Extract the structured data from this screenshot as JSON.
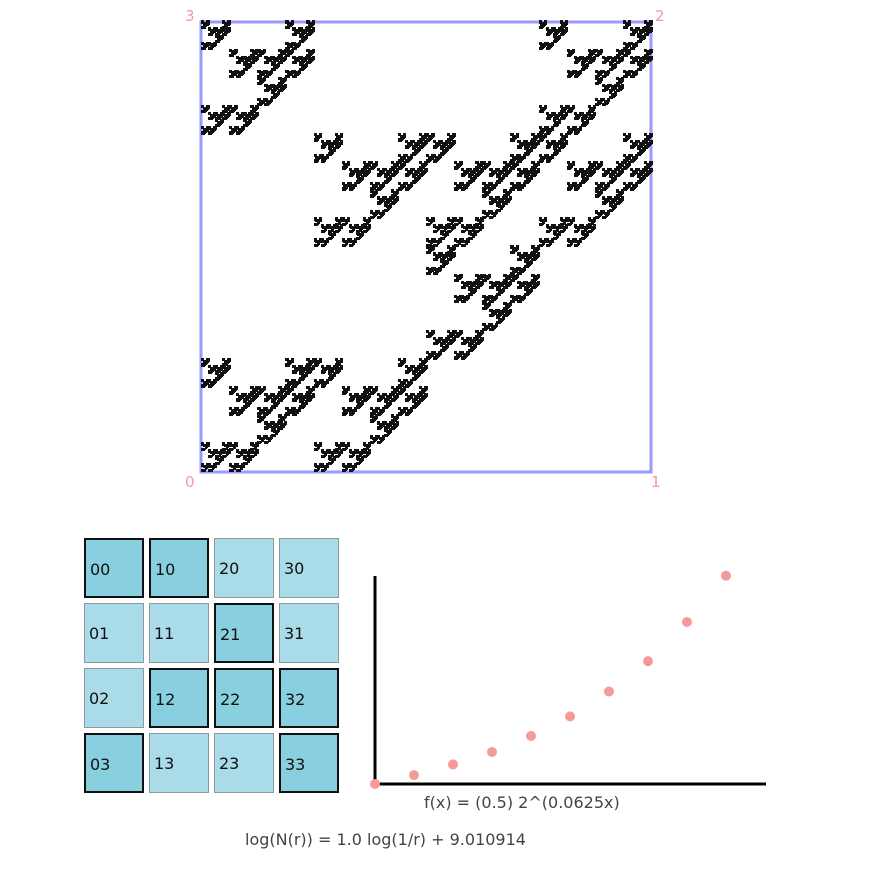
{
  "fractal": {
    "corner_labels": [
      "0",
      "1",
      "2",
      "3"
    ],
    "colors": {
      "frame": "#9999ff",
      "points": "#111111",
      "corner_text": "#f59a9a"
    }
  },
  "grid": {
    "cells": [
      {
        "id": "00",
        "selected": true
      },
      {
        "id": "10",
        "selected": true
      },
      {
        "id": "20",
        "selected": false
      },
      {
        "id": "30",
        "selected": false
      },
      {
        "id": "01",
        "selected": false
      },
      {
        "id": "11",
        "selected": false
      },
      {
        "id": "21",
        "selected": true
      },
      {
        "id": "31",
        "selected": false
      },
      {
        "id": "02",
        "selected": false
      },
      {
        "id": "12",
        "selected": true
      },
      {
        "id": "22",
        "selected": true
      },
      {
        "id": "32",
        "selected": true
      },
      {
        "id": "03",
        "selected": true
      },
      {
        "id": "13",
        "selected": false
      },
      {
        "id": "23",
        "selected": false
      },
      {
        "id": "33",
        "selected": true
      }
    ],
    "colors": {
      "selected": "#88cfe0",
      "unselected": "#a9dbe8"
    }
  },
  "plot": {
    "formula": "f(x) = (0.5) 2^(0.0625x)",
    "colors": {
      "points": "#f59a9a",
      "axes": "#000000"
    }
  },
  "chart_data": {
    "type": "scatter",
    "x": [
      0,
      1,
      2,
      3,
      4,
      5,
      6,
      7,
      8,
      9
    ],
    "y": [
      0.0,
      0.05,
      0.11,
      0.18,
      0.27,
      0.38,
      0.52,
      0.69,
      0.91,
      1.17
    ],
    "ylim": [
      0,
      1.4
    ]
  },
  "regression": {
    "text": "log(N(r)) = 1.0 log(1/r) + 9.010914"
  }
}
